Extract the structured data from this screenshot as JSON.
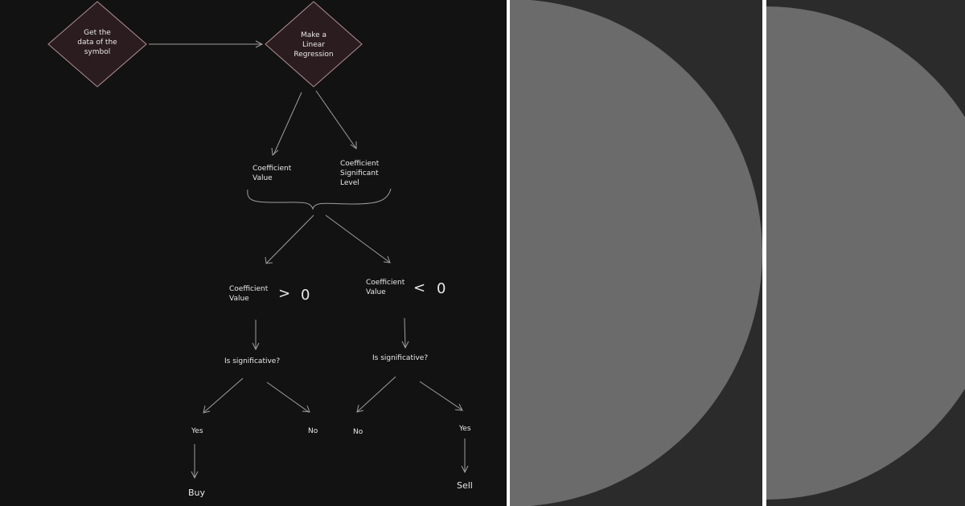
{
  "diagram": {
    "nodes": {
      "get_data": "Get the\ndata of the\nsymbol",
      "make_regression": "Make a\nLinear\nRegression",
      "coef_value": "Coefficient\nValue",
      "coef_sig_level": "Coefficient\nSignificant\nLevel",
      "cond_left_label": "Coefficient\nValue",
      "cond_left_op": ">",
      "cond_left_zero": "0",
      "cond_right_label": "Coefficient\nValue",
      "cond_right_op": "<",
      "cond_right_zero": "0",
      "sig_left": "Is significative?",
      "sig_right": "Is significative?",
      "yes_left": "Yes",
      "no_left": "No",
      "no_right": "No",
      "yes_right": "Yes",
      "buy": "Buy",
      "sell": "Sell"
    }
  }
}
